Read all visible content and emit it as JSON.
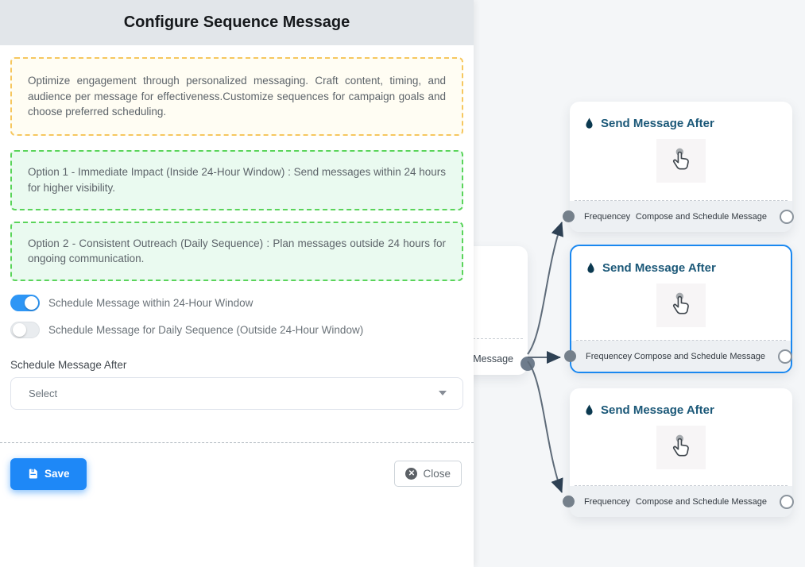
{
  "panel": {
    "title": "Configure Sequence Message",
    "intro": "Optimize engagement through personalized messaging. Craft content, timing, and audience per message for effectiveness.Customize sequences for campaign goals and choose preferred scheduling.",
    "option1": "Option 1 - Immediate Impact (Inside 24-Hour Window) : Send messages within 24 hours for higher visibility.",
    "option2": "Option 2 - Consistent Outreach (Daily Sequence) : Plan messages outside 24 hours for ongoing communication.",
    "toggles": [
      {
        "label": "Schedule Message within 24-Hour Window",
        "state": "on"
      },
      {
        "label": "Schedule Message for Daily Sequence (Outside 24-Hour Window)",
        "state": "off"
      }
    ],
    "schedule_after": {
      "label": "Schedule Message After",
      "value": "Select"
    },
    "buttons": {
      "save": "Save",
      "close": "Close"
    }
  },
  "canvas": {
    "source_node": {
      "visible_text": "ce Message"
    },
    "nodes": [
      {
        "title": "Send Message After",
        "footer_left": "Frequencey",
        "footer_right": "Compose and Schedule Message",
        "selected": false
      },
      {
        "title": "Send Message After",
        "footer_left": "Frequencey",
        "footer_right": "Compose and Schedule Message",
        "selected": true
      },
      {
        "title": "Send Message After",
        "footer_left": "Frequencey",
        "footer_right": "Compose and Schedule Message",
        "selected": false
      }
    ]
  },
  "colors": {
    "accent_blue": "#1e88f7",
    "selected_node_border": "#1a88f0",
    "toggle_on": "#2e96f5",
    "node_title": "#1b5878",
    "edge": "#5e6b79",
    "warning_border": "#f6c75f",
    "warning_bg": "#fffdf3",
    "success_border": "#5ad45a",
    "success_bg": "#eafaf0",
    "canvas_bg": "#f4f6f8",
    "header_bg": "#e2e6ea"
  }
}
